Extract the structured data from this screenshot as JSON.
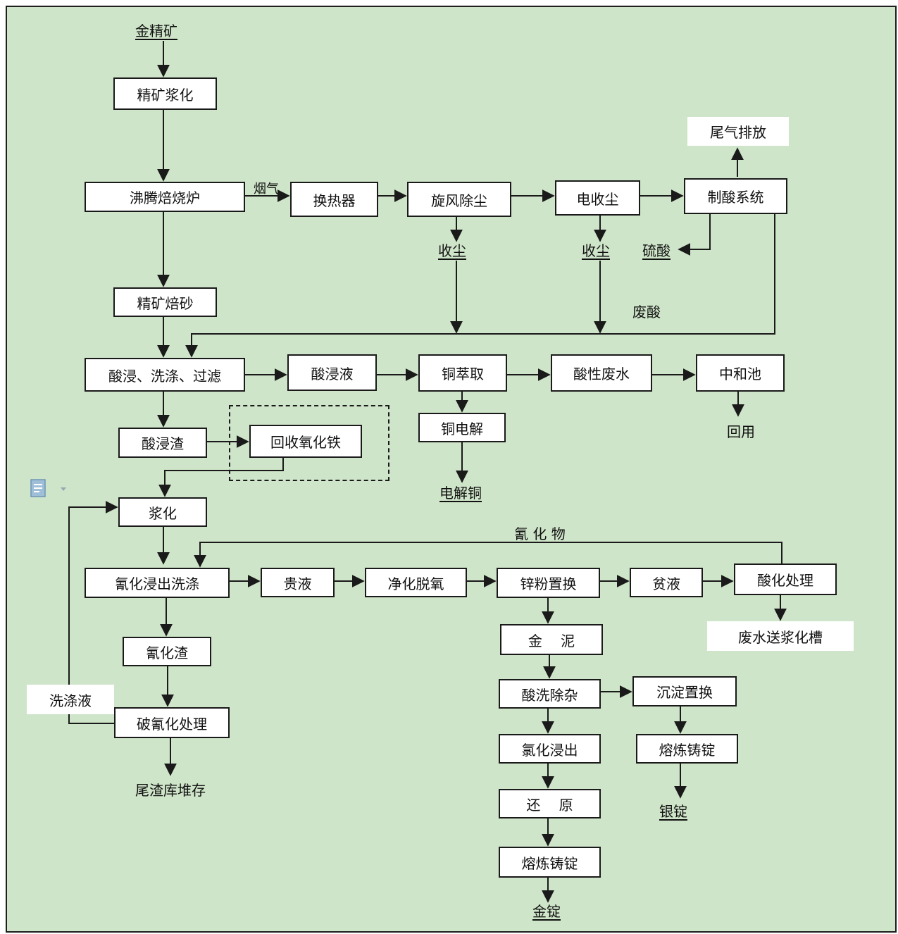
{
  "nodes": {
    "gold_concentrate": "金精矿",
    "concentrate_slurry": "精矿浆化",
    "fluidized_roaster": "沸腾焙烧炉",
    "flue_gas": "烟气",
    "heat_exchanger": "换热器",
    "cyclone": "旋风除尘",
    "esp": "电收尘",
    "acid_system": "制酸系统",
    "tail_gas": "尾气排放",
    "dust1": "收尘",
    "dust2": "收尘",
    "sulfuric_acid": "硫酸",
    "waste_acid": "废酸",
    "calcine": "精矿焙砂",
    "acid_leach": "酸浸、洗涤、过滤",
    "acid_leachate": "酸浸液",
    "cu_extraction": "铜萃取",
    "acidic_wastewater": "酸性废水",
    "neutralization_pool": "中和池",
    "reuse": "回用",
    "cu_electrolysis": "铜电解",
    "electrolytic_cu": "电解铜",
    "acid_residue": "酸浸渣",
    "recover_iron_oxide": "回收氧化铁",
    "slurry": "浆化",
    "cyanide_label": "氰 化 物",
    "cyanide_leach": "氰化浸出洗涤",
    "pregnant_solution": "贵液",
    "purify_deox": "净化脱氧",
    "zinc_replacement": "锌粉置换",
    "barren_solution": "贫液",
    "acidify_treatment": "酸化处理",
    "wastewater_to_slurry": "废水送浆化槽",
    "cyanide_residue": "氰化渣",
    "wash_liquor": "洗涤液",
    "decyanide_treatment": "破氰化处理",
    "tailings_storage": "尾渣库堆存",
    "gold_mud": "金　 泥",
    "acid_wash": "酸洗除杂",
    "precip_replacement": "沉淀置换",
    "chlorination_leach": "氯化浸出",
    "silver_smelt": "熔炼铸锭",
    "silver_ingot": "银锭",
    "reduction": "还　 原",
    "gold_smelt": "熔炼铸锭",
    "gold_ingot": "金锭"
  },
  "icons": {
    "document": "document-icon"
  },
  "colors": {
    "background": "#cfe5c9",
    "box_fill": "#ffffff",
    "line": "#1a1a1a"
  }
}
